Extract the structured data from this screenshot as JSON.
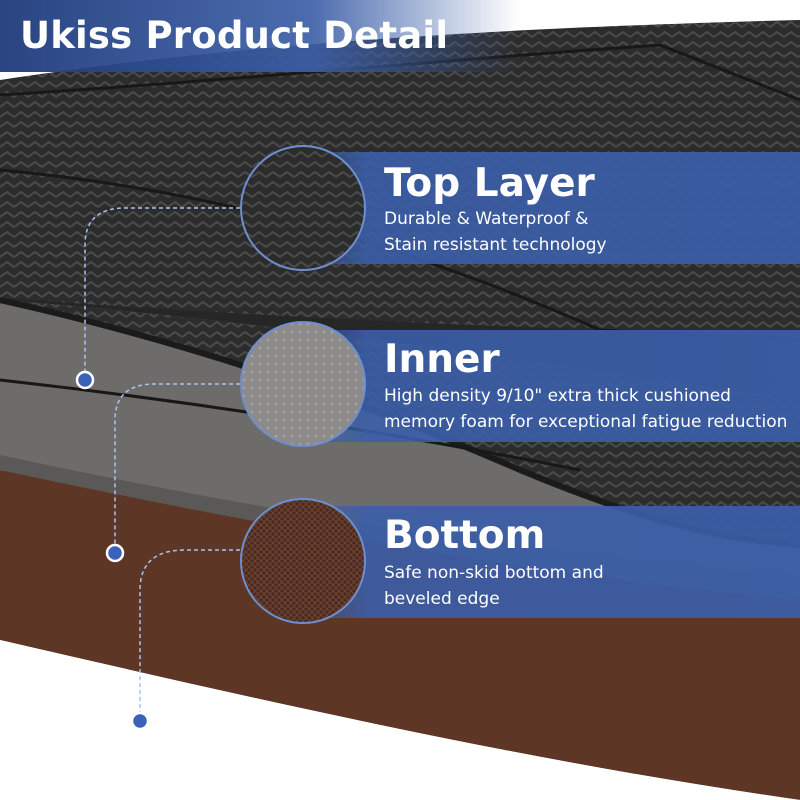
{
  "header": {
    "title": "Ukiss Product Detail"
  },
  "layers": [
    {
      "title": "Top Layer",
      "desc_lines": [
        "Durable & Waterproof &",
        "Stain resistant technology"
      ]
    },
    {
      "title": "Inner",
      "desc_lines": [
        "High density 9/10\" extra thick cushioned",
        "memory foam for exceptional fatigue reduction"
      ]
    },
    {
      "title": "Bottom",
      "desc_lines": [
        "Safe non-skid bottom and",
        "beveled edge"
      ]
    }
  ],
  "colors": {
    "banner_blue": "#3a5fa8",
    "top_layer": "#2b2b2b",
    "inner_layer": "#6e6e6e",
    "bottom_layer": "#5a3324",
    "connector": "#a9c4ee"
  }
}
